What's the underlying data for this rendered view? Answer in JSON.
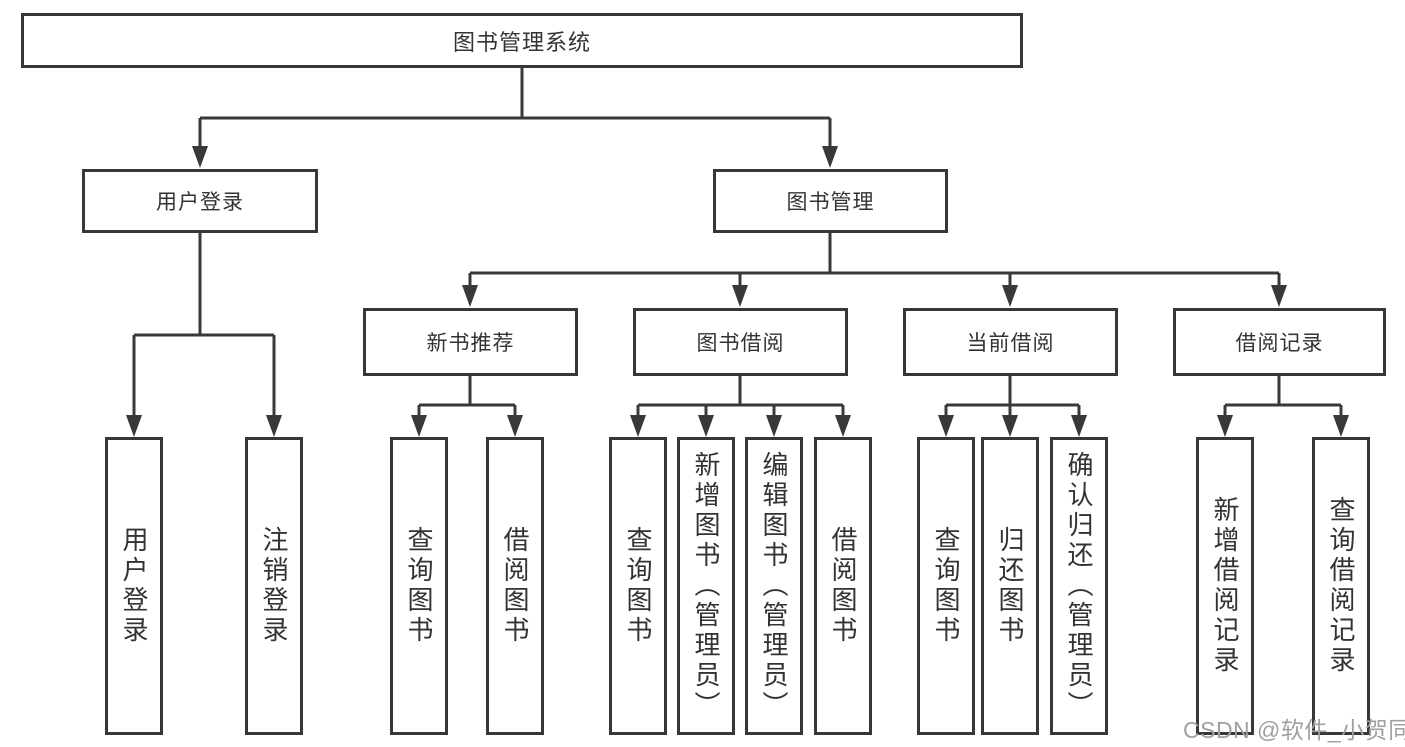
{
  "diagram": {
    "root": {
      "label": "图书管理系统"
    },
    "level2": [
      {
        "label": "用户登录"
      },
      {
        "label": "图书管理"
      }
    ],
    "level3": [
      {
        "label": "新书推荐"
      },
      {
        "label": "图书借阅"
      },
      {
        "label": "当前借阅"
      },
      {
        "label": "借阅记录"
      }
    ],
    "leaves": [
      {
        "label": "用户登录"
      },
      {
        "label": "注销登录"
      },
      {
        "label": "查询图书"
      },
      {
        "label": "借阅图书"
      },
      {
        "label": "查询图书"
      },
      {
        "label": "新增图书（管理员）"
      },
      {
        "label": "编辑图书（管理员）"
      },
      {
        "label": "借阅图书"
      },
      {
        "label": "查询图书"
      },
      {
        "label": "归还图书"
      },
      {
        "label": "确认归还（管理员）"
      },
      {
        "label": "新增借阅记录"
      },
      {
        "label": "查询借阅记录"
      }
    ]
  },
  "watermark": {
    "text": "CSDN @软件_小贺同学"
  },
  "colors": {
    "line": "#393939",
    "border": "#373737",
    "text": "#333333",
    "watermark": "#a0a0a0",
    "background": "#ffffff"
  }
}
